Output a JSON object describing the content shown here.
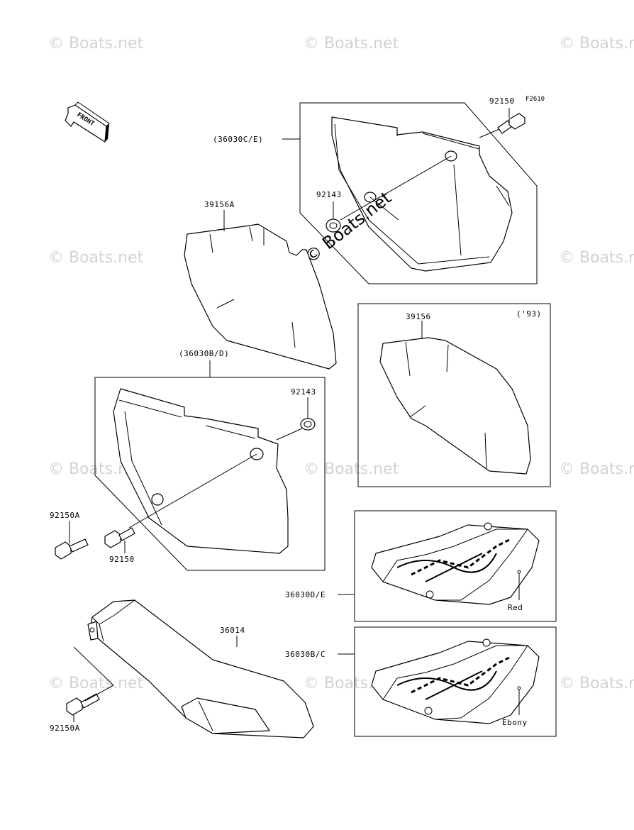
{
  "figure_ref": "F2610",
  "front_arrow": "FRONT",
  "watermark": "© Boats.net",
  "callouts": {
    "c_36030CE": "(36030C/E)",
    "c_92150_top": "92150",
    "c_92143_top": "92143",
    "c_39156A": "39156A",
    "c_39156": "39156",
    "c_93": "('93)",
    "c_36030BD": "(36030B/D)",
    "c_92143_mid": "92143",
    "c_92150A_mid": "92150A",
    "c_92150_mid": "92150",
    "c_36030DE": "36030D/E",
    "c_red": "Red",
    "c_36014": "36014",
    "c_36030BC": "36030B/C",
    "c_ebony": "Ebony",
    "c_92150A_bot": "92150A"
  }
}
